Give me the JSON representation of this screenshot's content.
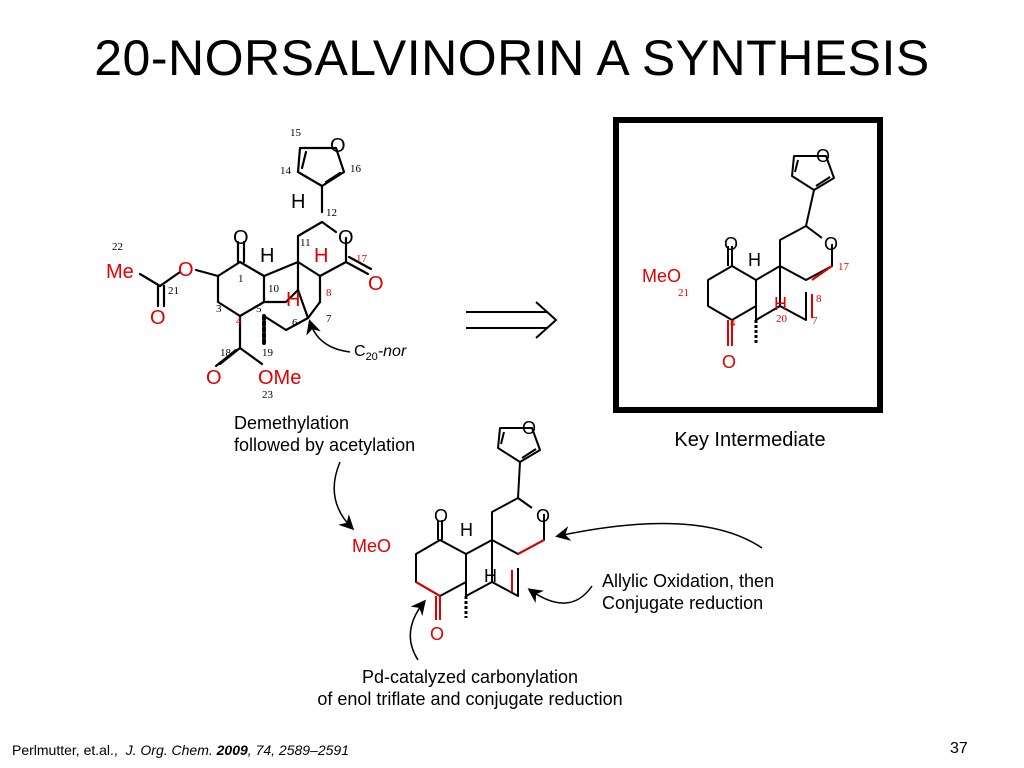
{
  "slide": {
    "title": "20-NORSALVINORIN A SYNTHESIS",
    "page_number": "37"
  },
  "key_intermediate": {
    "caption": "Key Intermediate",
    "labels": {
      "meo": "MeO",
      "o_top": "O",
      "o_ring": "O",
      "o_bottom": "O",
      "o_furan": "O",
      "h_top": "H",
      "h_mid": "H",
      "n21": "21",
      "n17": "17",
      "n8": "8",
      "n7": "7",
      "n4": "4",
      "n20": "20"
    }
  },
  "salvinorin": {
    "labels": {
      "me": "Me",
      "o_ester": "O",
      "o_ketone": "O",
      "o_acyl": "O",
      "o_lactone_ring": "O",
      "o_lactone": "O",
      "o_methyl_ester": "O",
      "ome": "OMe",
      "o_furan": "O",
      "h12": "H",
      "h9": "H",
      "h8": "H",
      "h10": "H",
      "n15": "15",
      "n14": "14",
      "n16": "16",
      "n12": "12",
      "n11": "11",
      "n22": "22",
      "n21": "21",
      "n1": "1",
      "n10": "10",
      "n17": "17",
      "n8": "8",
      "n3": "3",
      "n5": "5",
      "n6": "6",
      "n7": "7",
      "n4": "4",
      "n18": "18",
      "n19": "19",
      "n23": "23",
      "c20_c": "C",
      "c20_sub": "20",
      "c20_nor": "-nor"
    }
  },
  "intermediate_2": {
    "labels": {
      "meo": "MeO",
      "o_top": "O",
      "o_ring": "O",
      "o_bottom": "O",
      "o_furan": "O",
      "h_top": "H",
      "h_mid": "H"
    }
  },
  "annotations": {
    "demethylation": [
      "Demethylation",
      "followed by acetylation"
    ],
    "allylic": [
      "Allylic Oxidation, then",
      "Conjugate reduction"
    ],
    "pd": [
      "Pd-catalyzed carbonylation",
      "of enol triflate and conjugate reduction"
    ]
  },
  "citation": {
    "authors": "Perlmutter, et.al.,",
    "journal": "J. Org. Chem.",
    "year": "2009",
    "rest": ", 74, 2589–2591"
  },
  "colors": {
    "highlight": "#e00000",
    "ink": "#000000"
  }
}
